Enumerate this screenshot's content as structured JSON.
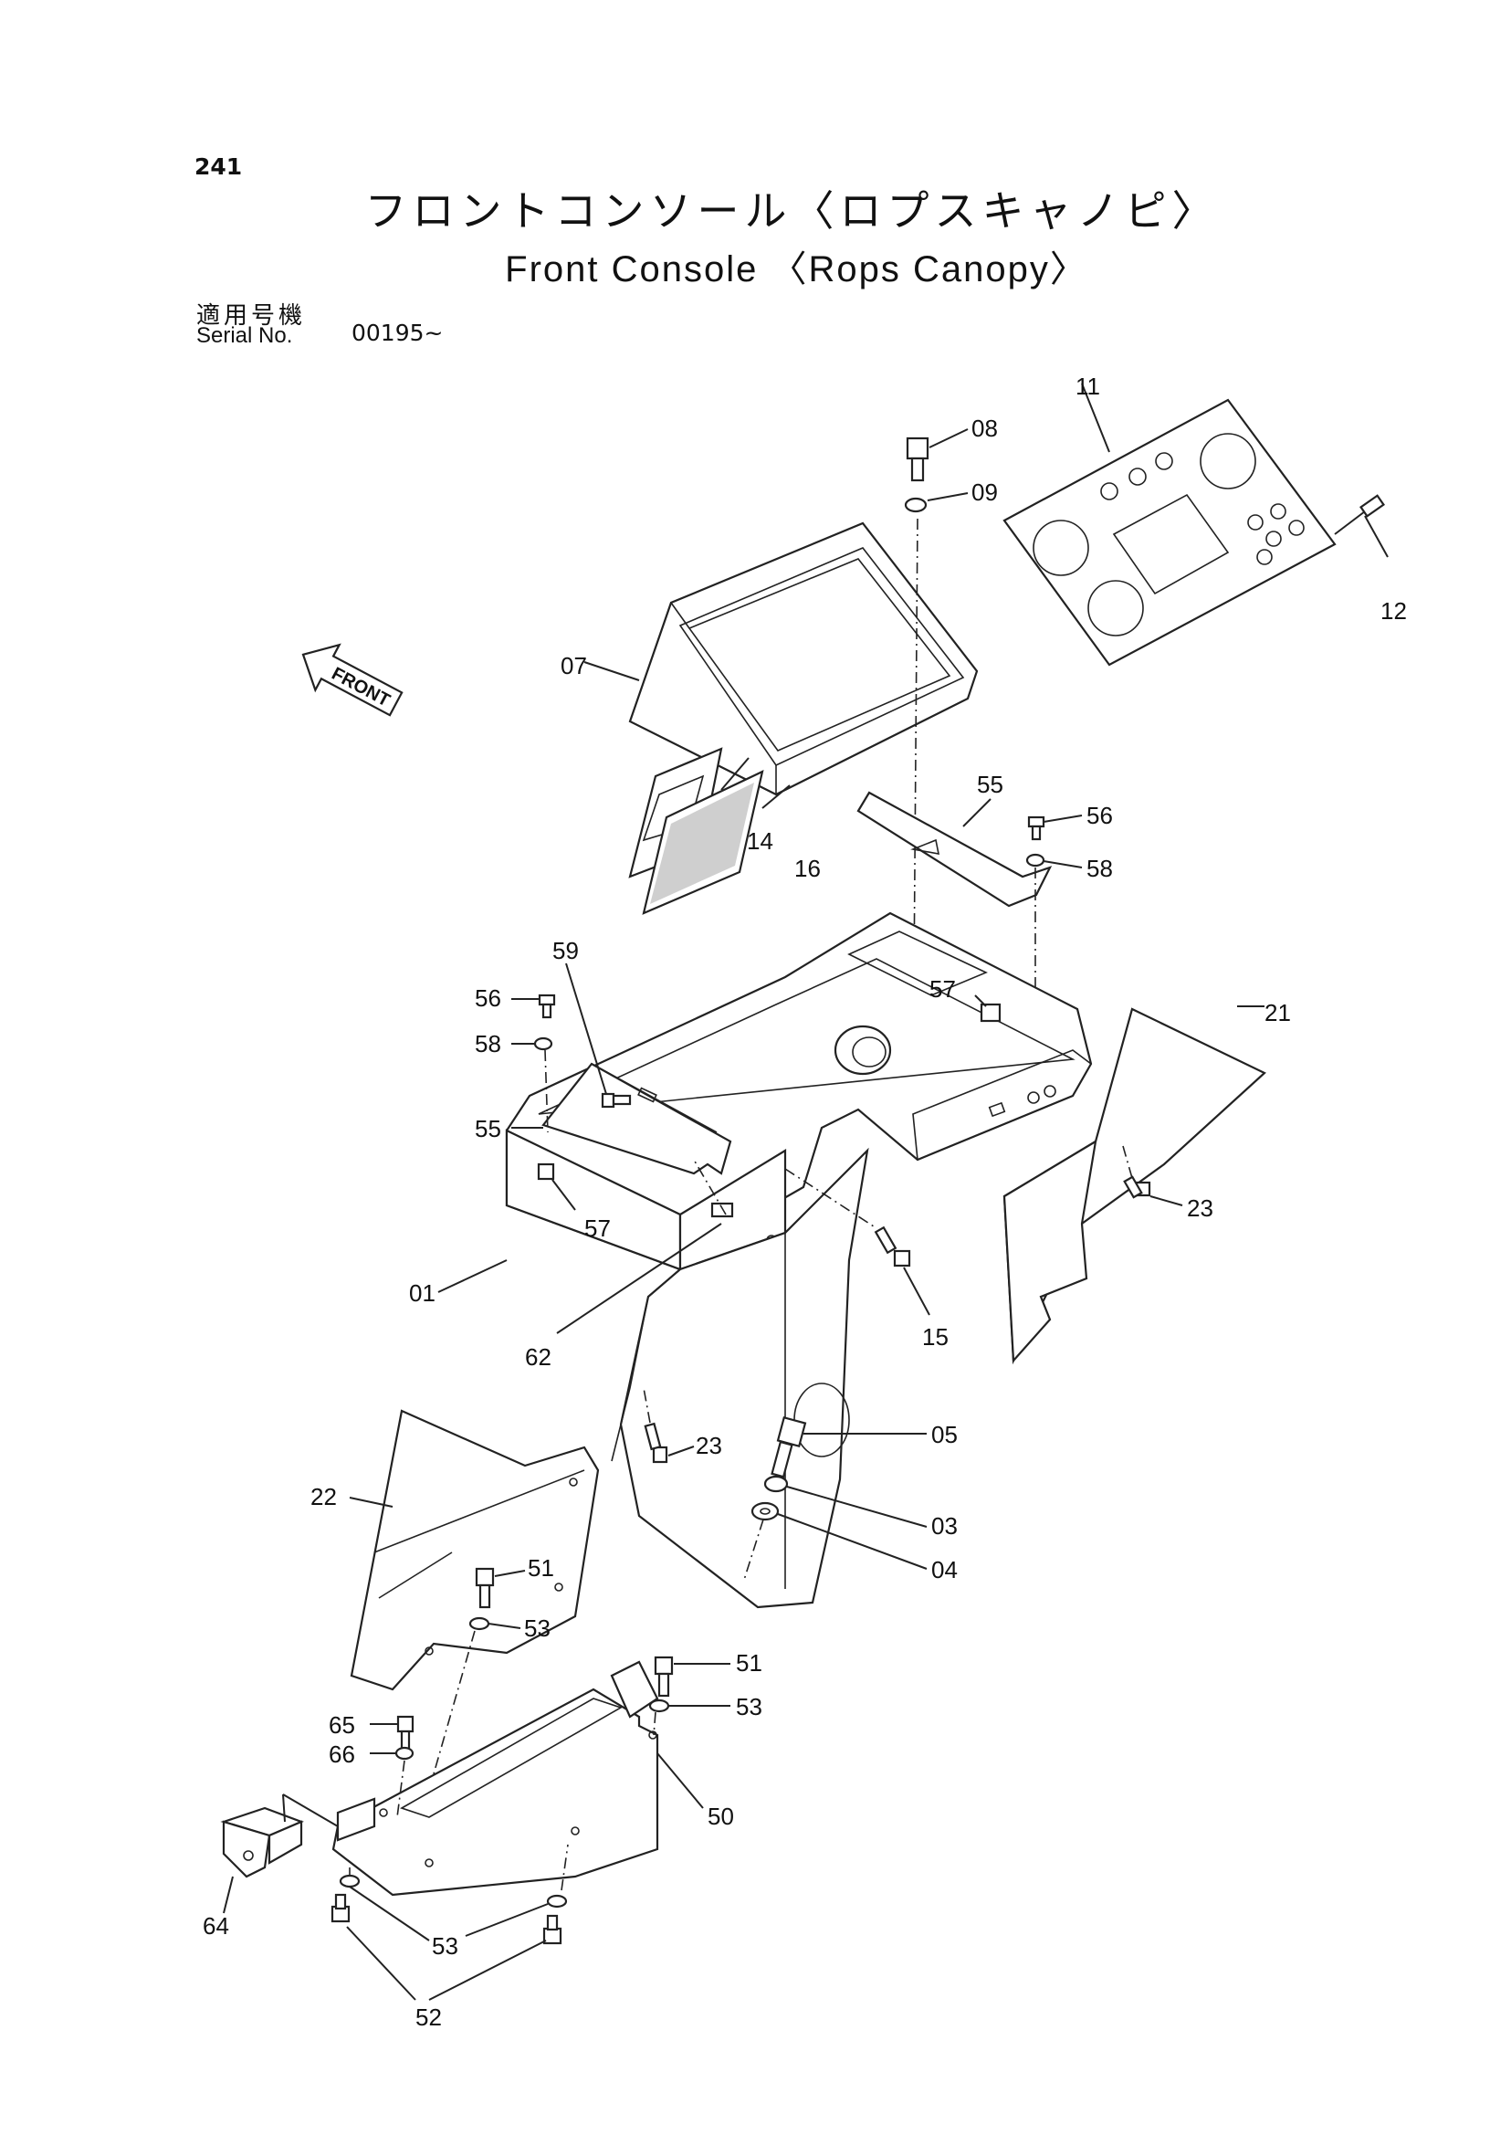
{
  "page_number": "241",
  "title_jp": "フロントコンソール〈ロプスキャノピ〉",
  "title_en": "Front Console 〈Rops Canopy〉",
  "serial": {
    "label_jp": "適用号機",
    "label_en": "Serial No.",
    "value": "00195~"
  },
  "front_arrow_label": "FRONT",
  "part_labels": {
    "p01": "01",
    "p03": "03",
    "p04": "04",
    "p05": "05",
    "p07": "07",
    "p08": "08",
    "p09": "09",
    "p11": "11",
    "p12": "12",
    "p14": "14",
    "p15": "15",
    "p16": "16",
    "p21": "21",
    "p22": "22",
    "p23a": "23",
    "p23b": "23",
    "p50": "50",
    "p51a": "51",
    "p51b": "51",
    "p52": "52",
    "p53a": "53",
    "p53b": "53",
    "p53c": "53",
    "p55a": "55",
    "p55b": "55",
    "p56a": "56",
    "p56b": "56",
    "p57a": "57",
    "p57b": "57",
    "p58a": "58",
    "p58b": "58",
    "p59": "59",
    "p62": "62",
    "p64": "64",
    "p65": "65",
    "p66": "66"
  }
}
